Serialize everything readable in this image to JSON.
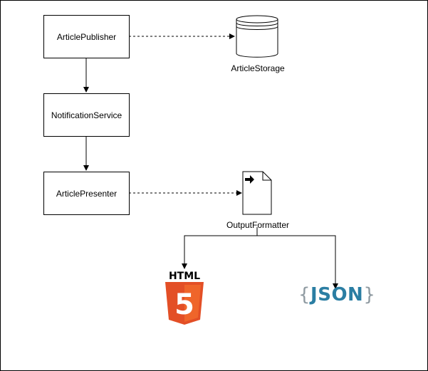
{
  "diagram": {
    "nodes": {
      "article_publisher": "ArticlePublisher",
      "notification_service": "NotificationService",
      "article_presenter": "ArticlePresenter",
      "article_storage": "ArticleStorage",
      "output_formatter": "OutputFormatter"
    },
    "logos": {
      "html": {
        "wordmark": "HTML",
        "badge_char": "5"
      },
      "json": {
        "open_brace": "{",
        "word": "JSON",
        "close_brace": "}"
      }
    },
    "edges": [
      {
        "from": "ArticlePublisher",
        "to": "ArticleStorage",
        "style": "dashed"
      },
      {
        "from": "ArticlePublisher",
        "to": "NotificationService",
        "style": "solid"
      },
      {
        "from": "NotificationService",
        "to": "ArticlePresenter",
        "style": "solid"
      },
      {
        "from": "ArticlePresenter",
        "to": "OutputFormatter",
        "style": "dashed"
      },
      {
        "from": "OutputFormatter",
        "to": "HTML",
        "style": "solid"
      },
      {
        "from": "OutputFormatter",
        "to": "JSON",
        "style": "solid"
      }
    ],
    "colors": {
      "line": "#000000",
      "html_orange": "#e34f26",
      "html_orange_light": "#ef652a",
      "json_blue": "#2b7ea3",
      "json_gray": "#8f9aa1"
    }
  }
}
